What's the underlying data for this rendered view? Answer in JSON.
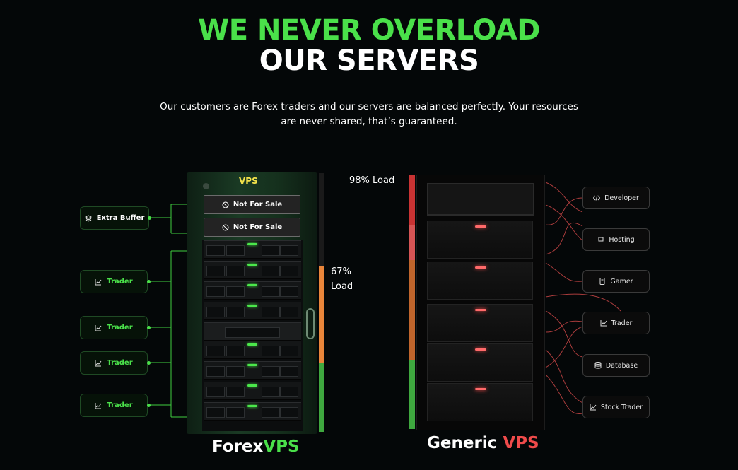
{
  "heading": {
    "line1": "WE NEVER OVERLOAD",
    "line2": "OUR SERVERS"
  },
  "subtitle": "Our customers are Forex traders and our servers are balanced perfectly. Your resources are never shared, that’s guaranteed.",
  "forex": {
    "rack_label": "VPS",
    "reserved_slots": [
      "Not For Sale",
      "Not For Sale"
    ],
    "load_text_value": "67%",
    "load_text_unit": "Load",
    "load_percent": 67,
    "name_part1": "Forex",
    "name_part2": "VPS",
    "clients": [
      {
        "label": "Extra Buffer",
        "icon": "layers-icon"
      },
      {
        "label": "Trader",
        "icon": "chart-line-icon"
      },
      {
        "label": "Trader",
        "icon": "chart-line-icon"
      },
      {
        "label": "Trader",
        "icon": "chart-line-icon"
      },
      {
        "label": "Trader",
        "icon": "chart-line-icon"
      }
    ]
  },
  "generic": {
    "load_text": "98% Load",
    "load_percent": 98,
    "name_part1": "Generic ",
    "name_part2": "VPS",
    "clients": [
      {
        "label": "Developer",
        "icon": "code-icon"
      },
      {
        "label": "Hosting",
        "icon": "laptop-icon"
      },
      {
        "label": "Gamer",
        "icon": "gamepad-icon"
      },
      {
        "label": "Trader",
        "icon": "chart-line-icon"
      },
      {
        "label": "Database",
        "icon": "database-icon"
      },
      {
        "label": "Stock Trader",
        "icon": "chart-line-icon"
      }
    ]
  },
  "colors": {
    "accent_green": "#4ae04a",
    "accent_red": "#ef4b4b",
    "load_orange": "#e9853a",
    "vps_yellow": "#f3e24a"
  }
}
